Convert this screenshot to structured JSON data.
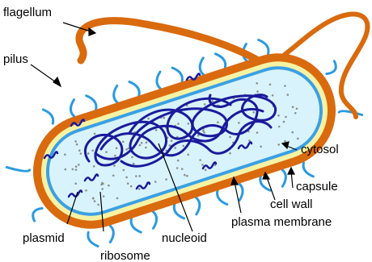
{
  "diagram": {
    "labels": {
      "flagellum": "flagellum",
      "pilus": "pilus",
      "cytosol": "cytosol",
      "capsule": "capsule",
      "cell_wall": "cell wall",
      "plasma_membrane": "plasma membrane",
      "nucleoid": "nucleoid",
      "plasmid": "plasmid",
      "ribosome": "ribosome"
    },
    "colors": {
      "capsule": "#d96a0e",
      "cell_wall": "#f6f2a4",
      "plasma_membrane": "#3aa0e6",
      "cytosol": "#d8f3fb",
      "dna": "#1a1a9c",
      "pili": "#2b9be0",
      "ribosome_dots": "#8a8f8f",
      "flagellum": "#d96a0e"
    }
  }
}
